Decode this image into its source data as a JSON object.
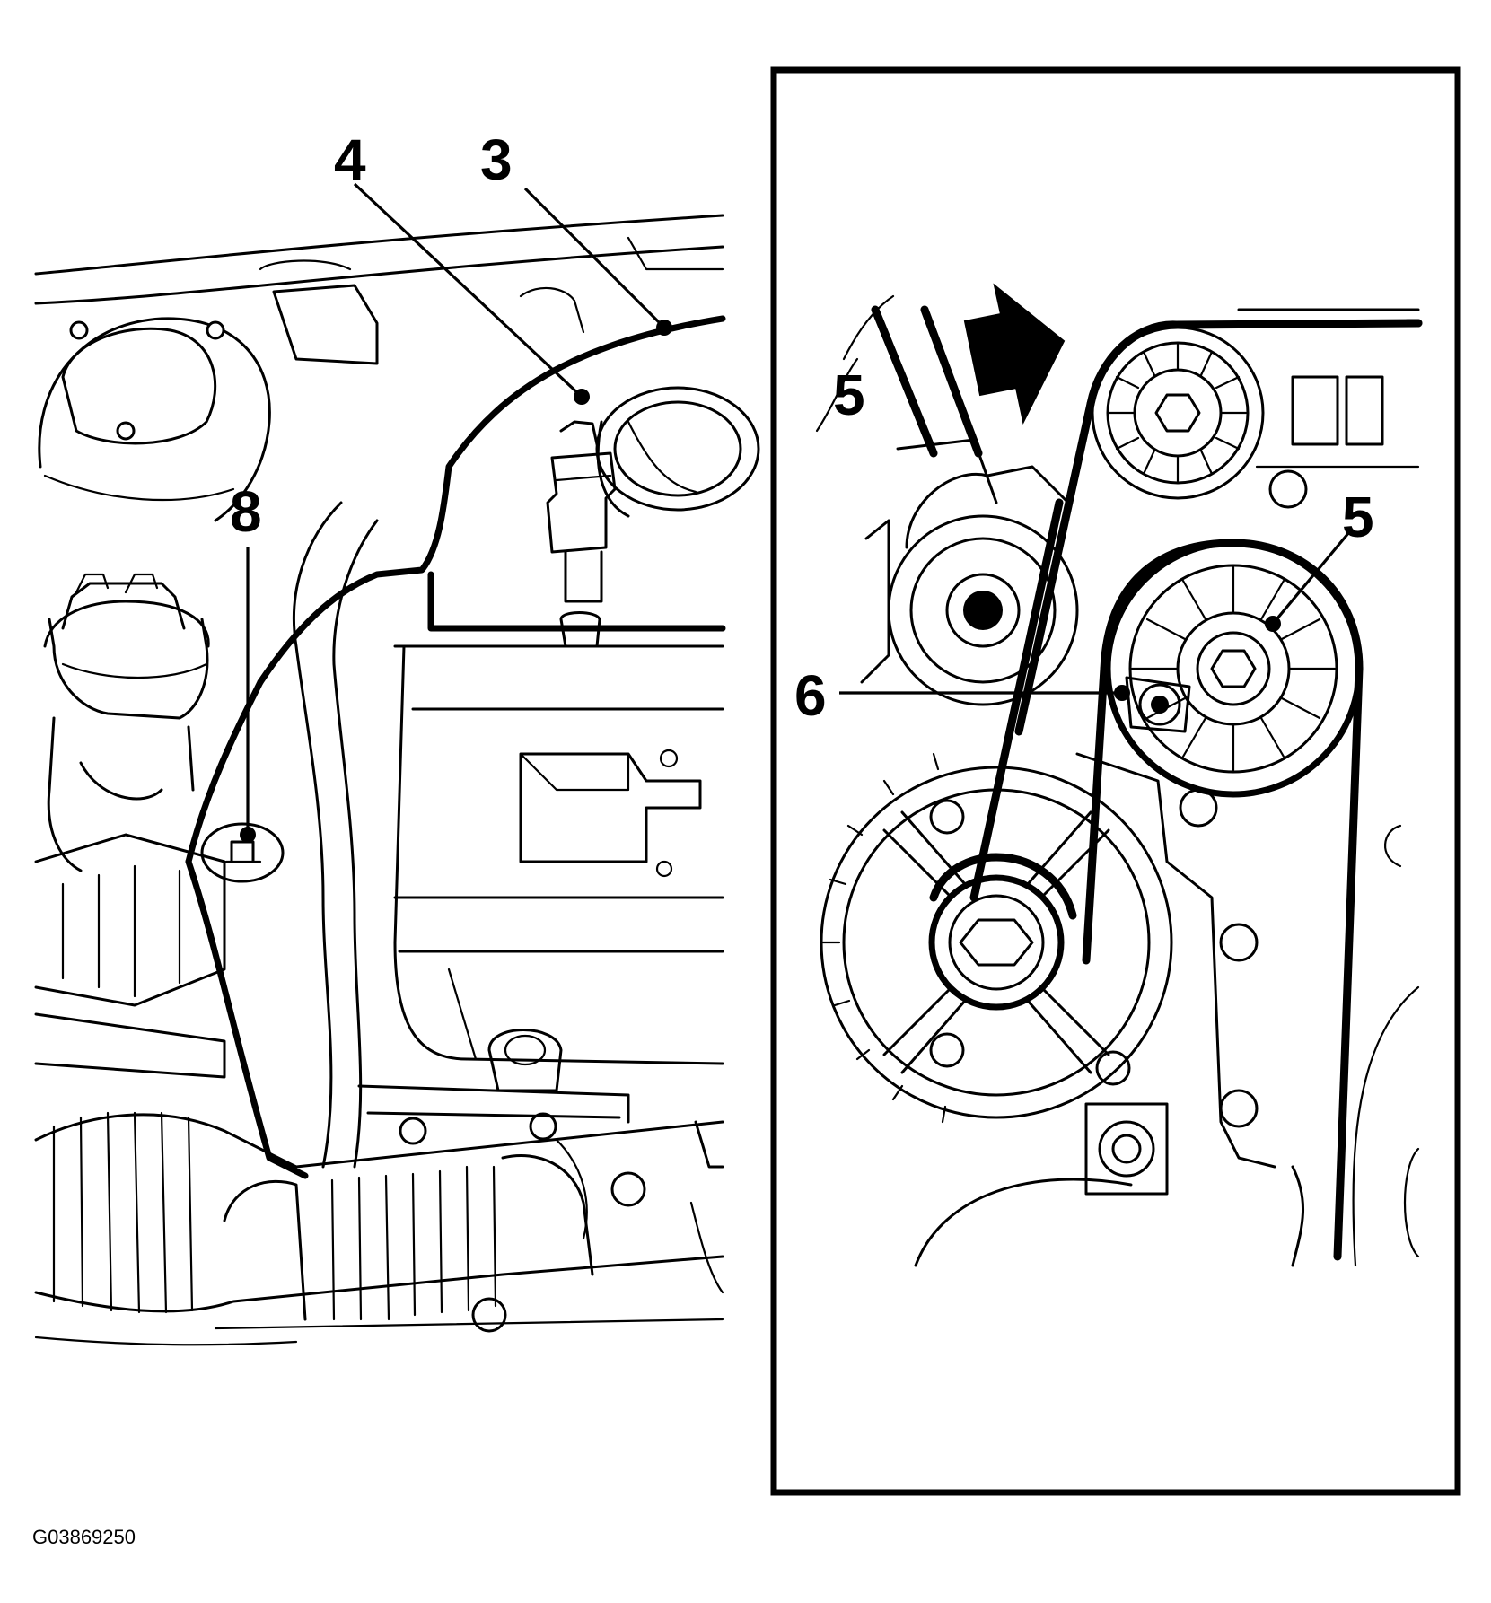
{
  "figure": {
    "code": "G03869250"
  },
  "callouts": {
    "left": [
      {
        "id": "3",
        "text": "3"
      },
      {
        "id": "4",
        "text": "4"
      },
      {
        "id": "8",
        "text": "8"
      }
    ],
    "inset": [
      {
        "id": "5a",
        "text": "5"
      },
      {
        "id": "5b",
        "text": "5"
      },
      {
        "id": "6",
        "text": "6"
      }
    ]
  },
  "icons": {
    "direction_arrow": "rotation-direction-arrow-icon"
  }
}
